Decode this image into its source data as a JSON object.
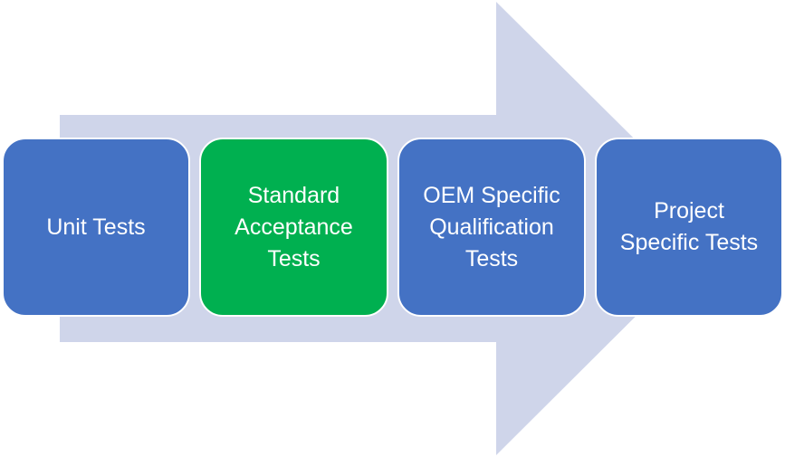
{
  "colors": {
    "arrow": "#cfd5ea",
    "step_default": "#4472c4",
    "step_highlight": "#00b050",
    "step_text": "#ffffff",
    "step_border": "#ffffff"
  },
  "process": {
    "steps": [
      {
        "label": "Unit Tests",
        "highlighted": false
      },
      {
        "label": "Standard\nAcceptance\nTests",
        "highlighted": true
      },
      {
        "label": "OEM Specific\nQualification\nTests",
        "highlighted": false
      },
      {
        "label": "Project\nSpecific Tests",
        "highlighted": false
      }
    ]
  }
}
